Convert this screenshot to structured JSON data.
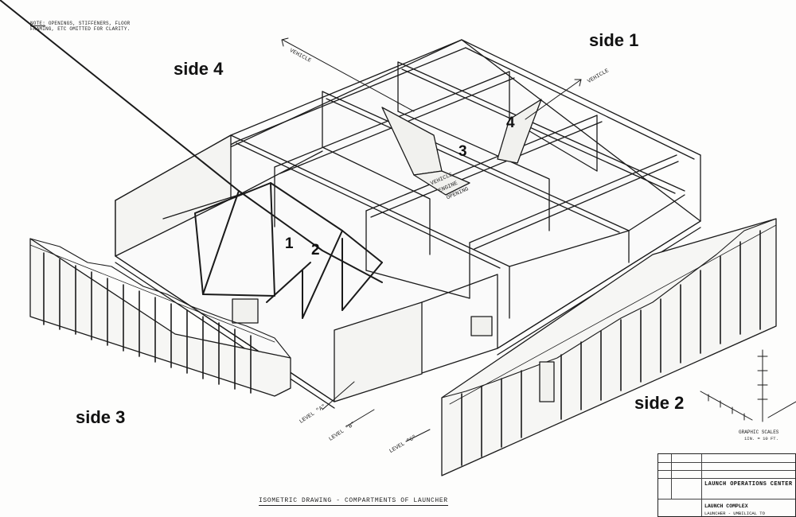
{
  "sides": {
    "side1": "side 1",
    "side2": "side 2",
    "side3": "side 3",
    "side4": "side 4"
  },
  "compartments": {
    "c1": "1",
    "c2": "2",
    "c3": "3",
    "c4": "4"
  },
  "note": {
    "key": "NOTE:",
    "text": "OPENINGS, STIFFENERS, FLOOR FRAMING, ETC OMITTED FOR CLARITY."
  },
  "arrows": {
    "vehicle_left": "VEHICLE",
    "vehicle_right": "VEHICLE"
  },
  "center_text": {
    "line1": "VEHICLE",
    "line2": "ENGINE",
    "line3": "OPENING"
  },
  "levels": {
    "a": "LEVEL \"A\"",
    "b": "LEVEL \"B\"",
    "c": "LEVEL \"C\""
  },
  "drawing_title": "ISOMETRIC DRAWING - COMPARTMENTS OF LAUNCHER",
  "graphic_scales": {
    "label": "GRAPHIC SCALES",
    "sub": "1IN. = 10 FT."
  },
  "title_block": {
    "org": "LAUNCH OPERATIONS CENTER",
    "subtitle": "LAUNCH COMPLEX",
    "subtitle2": "LAUNCHER - UMBILICAL TO"
  }
}
